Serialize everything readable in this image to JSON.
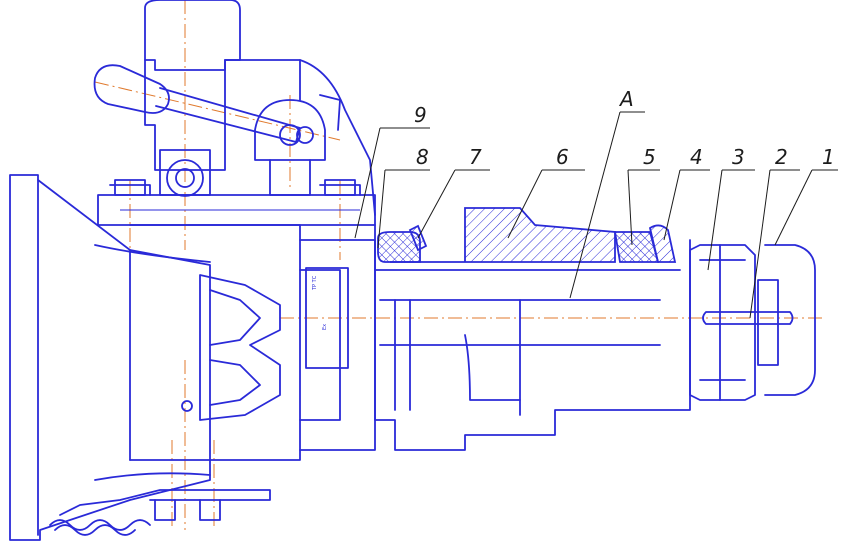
{
  "colors": {
    "outline": "#2a2ad8",
    "centerline": "#e07a2e",
    "labels": "#1c1c1c",
    "background": "#ffffff"
  },
  "callouts": [
    {
      "id": "9",
      "text": "9"
    },
    {
      "id": "8",
      "text": "8"
    },
    {
      "id": "7",
      "text": "7"
    },
    {
      "id": "6",
      "text": "6"
    },
    {
      "id": "A",
      "text": "A"
    },
    {
      "id": "5",
      "text": "5"
    },
    {
      "id": "4",
      "text": "4"
    },
    {
      "id": "3",
      "text": "3"
    },
    {
      "id": "2",
      "text": "2"
    },
    {
      "id": "1",
      "text": "1"
    }
  ]
}
